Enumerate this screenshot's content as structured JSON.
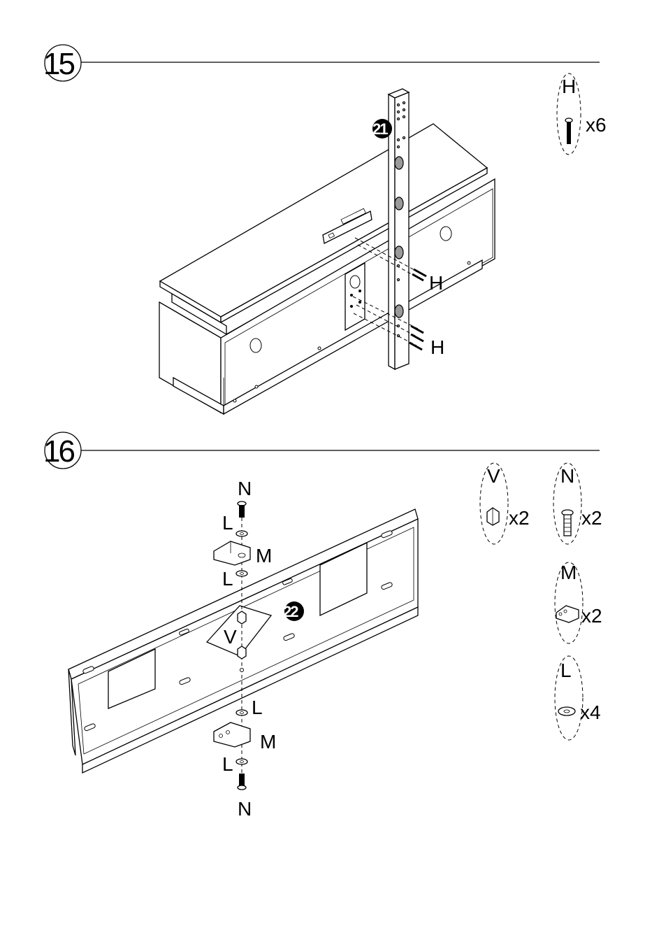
{
  "steps": [
    {
      "number": "15",
      "panel_number": "21",
      "callouts": [
        "H",
        "H"
      ],
      "parts": [
        {
          "letter": "H",
          "quantity": "x6",
          "icon": "bolt-icon"
        }
      ]
    },
    {
      "number": "16",
      "panel_number": "22",
      "callouts": [
        "N",
        "L",
        "M",
        "L",
        "V",
        "L",
        "M",
        "L",
        "N"
      ],
      "parts": [
        {
          "letter": "V",
          "quantity": "x2",
          "icon": "cap-nut-icon"
        },
        {
          "letter": "N",
          "quantity": "x2",
          "icon": "bolt-icon"
        },
        {
          "letter": "M",
          "quantity": "x2",
          "icon": "bracket-icon"
        },
        {
          "letter": "L",
          "quantity": "x4",
          "icon": "washer-icon"
        }
      ]
    }
  ]
}
